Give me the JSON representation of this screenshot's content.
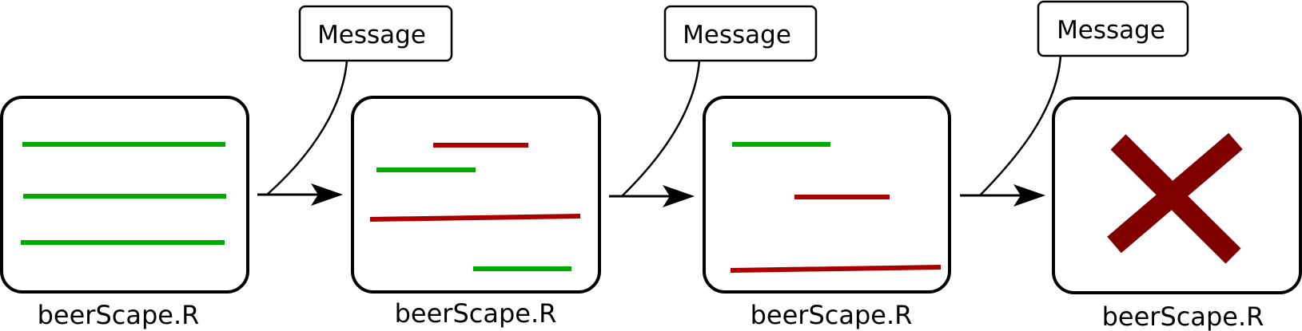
{
  "diagram": {
    "colors": {
      "ok_line": "#00aa00",
      "changed_line": "#aa0000",
      "failure_cross": "#800000",
      "outline": "#000000"
    },
    "panels": [
      {
        "caption": "beerScape.R",
        "status": "ok",
        "lines": [
          {
            "kind": "ok"
          },
          {
            "kind": "ok"
          },
          {
            "kind": "ok"
          }
        ]
      },
      {
        "caption": "beerScape.R",
        "status": "changed",
        "lines": [
          {
            "kind": "changed"
          },
          {
            "kind": "ok"
          },
          {
            "kind": "changed"
          },
          {
            "kind": "ok"
          }
        ]
      },
      {
        "caption": "beerScape.R",
        "status": "changed",
        "lines": [
          {
            "kind": "ok"
          },
          {
            "kind": "changed"
          },
          {
            "kind": "changed"
          }
        ]
      },
      {
        "caption": "beerScape.R",
        "status": "failed",
        "icon": "x-cross-icon"
      }
    ],
    "messages": [
      {
        "label": "Message"
      },
      {
        "label": "Message"
      },
      {
        "label": "Message"
      }
    ]
  }
}
